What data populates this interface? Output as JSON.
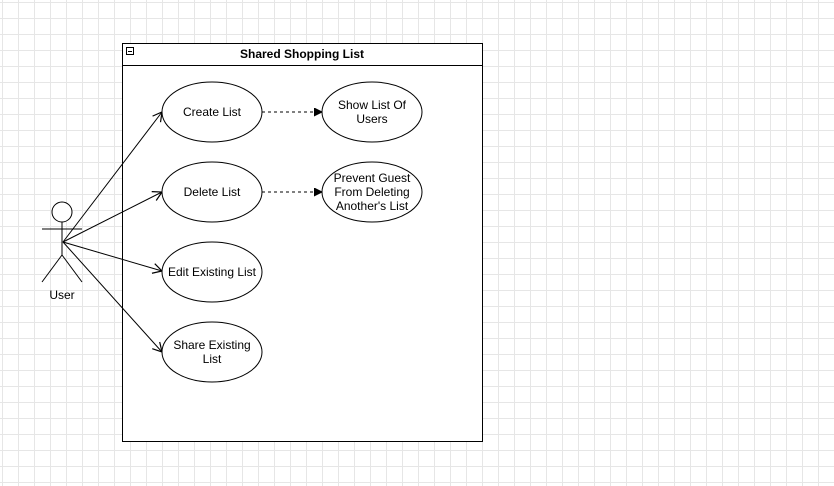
{
  "diagram": {
    "system_title": "Shared Shopping List",
    "actor_label": "User",
    "use_cases": {
      "create_list": "Create List",
      "delete_list": "Delete List",
      "edit_existing_list": "Edit Existing List",
      "share_existing_list": "Share Existing\nList",
      "show_list_of_users": "Show List Of\nUsers",
      "prevent_guest": "Prevent Guest\nFrom Deleting\nAnother's List"
    }
  }
}
